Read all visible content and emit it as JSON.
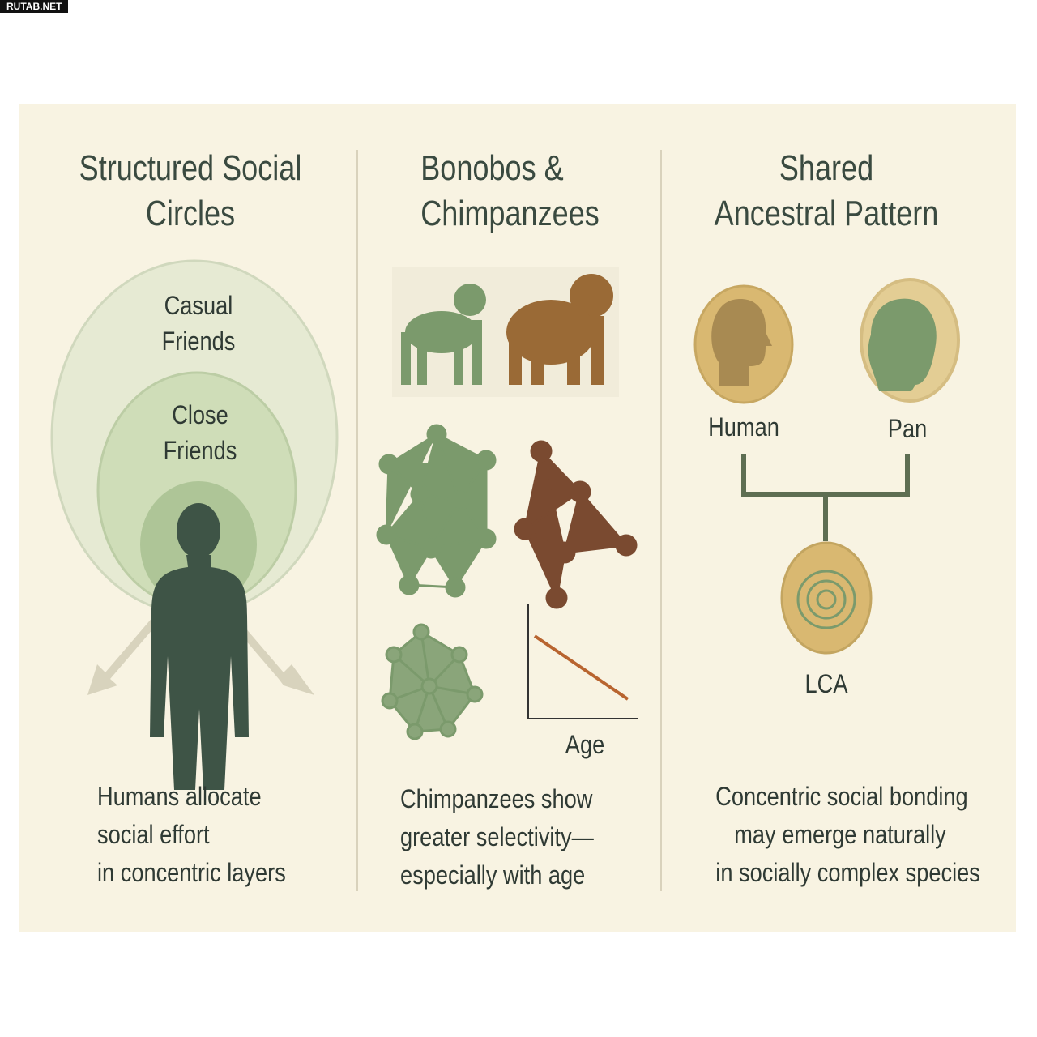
{
  "watermark": "RUTAB.NET",
  "columns": [
    {
      "title_1": "Structured Social",
      "title_2": "Circles",
      "outer_label_1": "Casual",
      "outer_label_2": "Friends",
      "inner_label_1": "Close",
      "inner_label_2": "Friends",
      "caption": [
        "Humans allocate",
        "social effort",
        "in concentric layers"
      ]
    },
    {
      "title_1": "Bonobos &",
      "title_2": "Chimpanzees",
      "axis_label": "Age",
      "caption": [
        "Chimpanzees show",
        "greater selectivity—",
        "especially with age"
      ]
    },
    {
      "title_1": "Shared",
      "title_2": "Ancestral Pattern",
      "human_label": "Human",
      "pan_label": "Pan",
      "lca_label": "LCA",
      "caption": [
        "Concentric social bonding",
        "may emerge naturally",
        "in socially complex species"
      ]
    }
  ],
  "colors": {
    "background": "#f8f3e2",
    "green": "#7b9a6c",
    "brown": "#7a4a30",
    "dark": "#3e5446",
    "tan": "#d8b86a"
  }
}
